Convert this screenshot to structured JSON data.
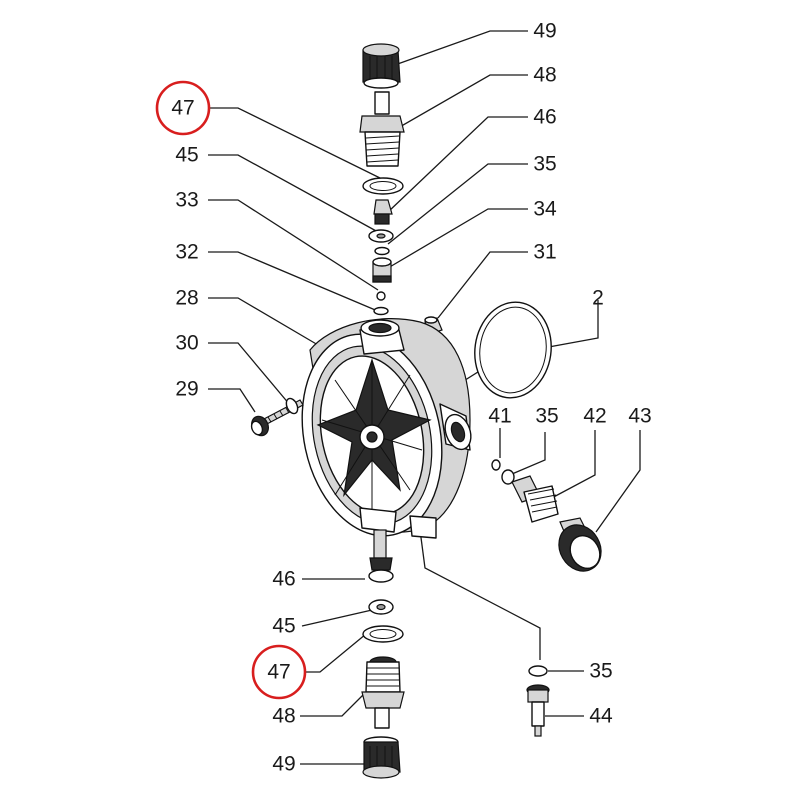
{
  "highlight_color": "#d81e1e",
  "ink_color": "#1a1a1a",
  "callouts": [
    {
      "id": "c49-top",
      "label": "49",
      "highlighted": false
    },
    {
      "id": "c48-top",
      "label": "48",
      "highlighted": false
    },
    {
      "id": "c47-top",
      "label": "47",
      "highlighted": true
    },
    {
      "id": "c46-top",
      "label": "46",
      "highlighted": false
    },
    {
      "id": "c45-top",
      "label": "45",
      "highlighted": false
    },
    {
      "id": "c35-top",
      "label": "35",
      "highlighted": false
    },
    {
      "id": "c33",
      "label": "33",
      "highlighted": false
    },
    {
      "id": "c34",
      "label": "34",
      "highlighted": false
    },
    {
      "id": "c32",
      "label": "32",
      "highlighted": false
    },
    {
      "id": "c31",
      "label": "31",
      "highlighted": false
    },
    {
      "id": "c28",
      "label": "28",
      "highlighted": false
    },
    {
      "id": "c2",
      "label": "2",
      "highlighted": false
    },
    {
      "id": "c30",
      "label": "30",
      "highlighted": false
    },
    {
      "id": "c29",
      "label": "29",
      "highlighted": false
    },
    {
      "id": "c41",
      "label": "41",
      "highlighted": false
    },
    {
      "id": "c35-mid",
      "label": "35",
      "highlighted": false
    },
    {
      "id": "c42",
      "label": "42",
      "highlighted": false
    },
    {
      "id": "c43",
      "label": "43",
      "highlighted": false
    },
    {
      "id": "c46-bot",
      "label": "46",
      "highlighted": false
    },
    {
      "id": "c45-bot",
      "label": "45",
      "highlighted": false
    },
    {
      "id": "c47-bot",
      "label": "47",
      "highlighted": true
    },
    {
      "id": "c35-bot",
      "label": "35",
      "highlighted": false
    },
    {
      "id": "c48-bot",
      "label": "48",
      "highlighted": false
    },
    {
      "id": "c44",
      "label": "44",
      "highlighted": false
    },
    {
      "id": "c49-bot",
      "label": "49",
      "highlighted": false
    }
  ]
}
